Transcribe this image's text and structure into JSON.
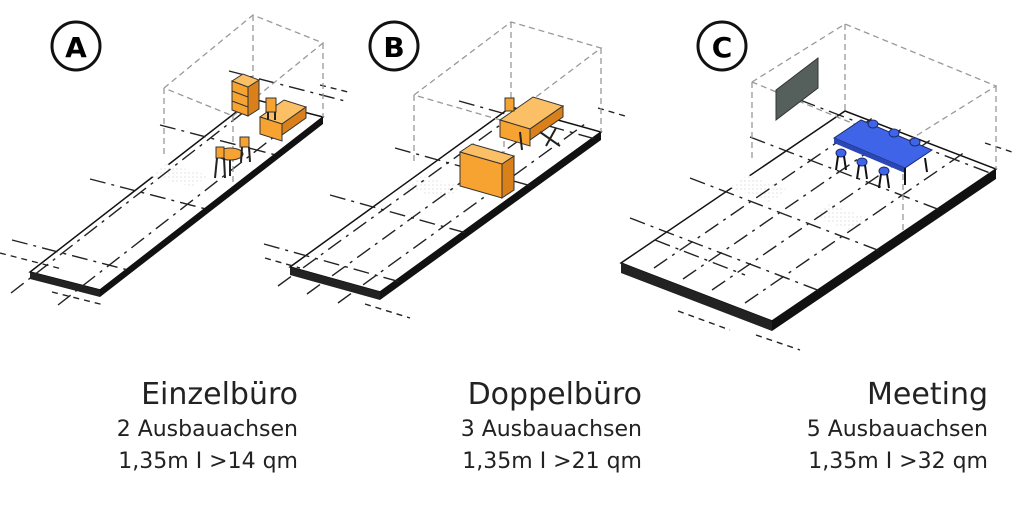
{
  "panels": [
    {
      "id": "A",
      "title": "Einzelbüro",
      "line1": "2 Ausbauachsen",
      "line2": "1,35m I >14 qm"
    },
    {
      "id": "B",
      "title": "Doppelbüro",
      "line1": "3 Ausbauachsen",
      "line2": "1,35m I >21 qm"
    },
    {
      "id": "C",
      "title": "Meeting",
      "line1": "5 Ausbauachsen",
      "line2": "1,35m I >32 qm"
    }
  ],
  "colors": {
    "furniture": "#f7a332",
    "meeting_table": "#3f64e8",
    "board": "#55605c",
    "slab_edge": "#151515",
    "room_frame": "#9a9a9a"
  },
  "icons": [
    "desk-icon",
    "shelf-icon",
    "chair-icon",
    "round-table-icon",
    "sideboard-icon",
    "conference-table-icon",
    "wall-screen-icon"
  ]
}
